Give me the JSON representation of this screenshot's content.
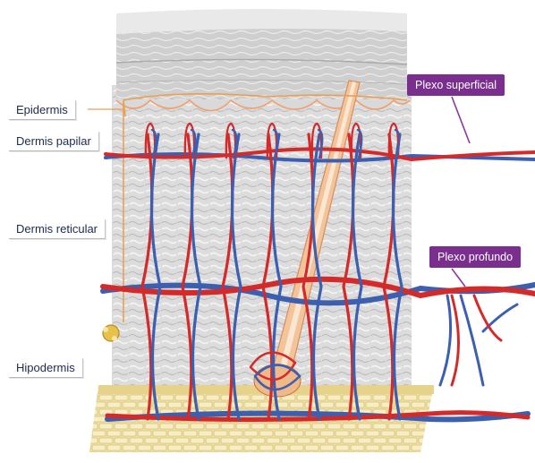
{
  "labels": {
    "epidermis": "Epidermis",
    "dermis_papilar": "Dermis papilar",
    "dermis_reticular": "Dermis reticular",
    "hipodermis": "Hipodermis"
  },
  "tags": {
    "plexo_superficial": "Plexo superficial",
    "plexo_profundo": "Plexo profundo"
  },
  "colors": {
    "artery": "#d42a2a",
    "vein": "#3c5fb0",
    "tag_bg": "#7a2f8e",
    "hair": "#f0b98a",
    "fat": "#f1e2a6"
  }
}
